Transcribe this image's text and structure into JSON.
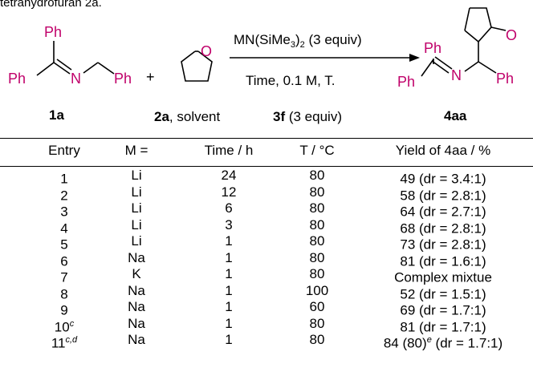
{
  "caption_fragment": "tetrahydrofuran 2a.",
  "scheme": {
    "reactant1_label": "1a",
    "reactant2_label": "2a",
    "reactant2_note": ", solvent",
    "plus": "+",
    "conditions_line1_prefix": "MN(SiMe",
    "conditions_line1_sub": "3",
    "conditions_line1_mid": ")",
    "conditions_line1_sub2": "2",
    "conditions_line1_suffix": " (3 equiv)",
    "conditions_line2": "Time, 0.1 M, T.",
    "additive_label": "3f",
    "additive_note": " (3 equiv)",
    "product_label": "4aa",
    "atoms": {
      "ph": "Ph",
      "n": "N",
      "o": "O"
    }
  },
  "table": {
    "headers": [
      "Entry",
      "M =",
      "Time / h",
      "T / °C",
      "Yield of 4aa / %"
    ],
    "rows": [
      {
        "entry": "1",
        "entry_sup": "",
        "m": "Li",
        "time": "24",
        "t": "80",
        "yield": "49 (dr = 3.4:1)",
        "yield_sup": "",
        "yield_tail": ""
      },
      {
        "entry": "2",
        "entry_sup": "",
        "m": "Li",
        "time": "12",
        "t": "80",
        "yield": "58 (dr = 2.8:1)",
        "yield_sup": "",
        "yield_tail": ""
      },
      {
        "entry": "3",
        "entry_sup": "",
        "m": "Li",
        "time": "6",
        "t": "80",
        "yield": "64 (dr = 2.7:1)",
        "yield_sup": "",
        "yield_tail": ""
      },
      {
        "entry": "4",
        "entry_sup": "",
        "m": "Li",
        "time": "3",
        "t": "80",
        "yield": "68 (dr = 2.8:1)",
        "yield_sup": "",
        "yield_tail": ""
      },
      {
        "entry": "5",
        "entry_sup": "",
        "m": "Li",
        "time": "1",
        "t": "80",
        "yield": "73 (dr = 2.8:1)",
        "yield_sup": "",
        "yield_tail": ""
      },
      {
        "entry": "6",
        "entry_sup": "",
        "m": "Na",
        "time": "1",
        "t": "80",
        "yield": "81 (dr = 1.6:1)",
        "yield_sup": "",
        "yield_tail": ""
      },
      {
        "entry": "7",
        "entry_sup": "",
        "m": "K",
        "time": "1",
        "t": "80",
        "yield": "Complex mixtue",
        "yield_sup": "",
        "yield_tail": ""
      },
      {
        "entry": "8",
        "entry_sup": "",
        "m": "Na",
        "time": "1",
        "t": "100",
        "yield": "52 (dr = 1.5:1)",
        "yield_sup": "",
        "yield_tail": ""
      },
      {
        "entry": "9",
        "entry_sup": "",
        "m": "Na",
        "time": "1",
        "t": "60",
        "yield": "69 (dr = 1.7:1)",
        "yield_sup": "",
        "yield_tail": ""
      },
      {
        "entry": "10",
        "entry_sup": "c",
        "m": "Na",
        "time": "1",
        "t": "80",
        "yield": "81 (dr = 1.7:1)",
        "yield_sup": "",
        "yield_tail": ""
      },
      {
        "entry": "11",
        "entry_sup": "c,d",
        "m": "Na",
        "time": "1",
        "t": "80",
        "yield": "84 (80)",
        "yield_sup": "e",
        "yield_tail": " (dr = 1.7:1)"
      }
    ]
  }
}
